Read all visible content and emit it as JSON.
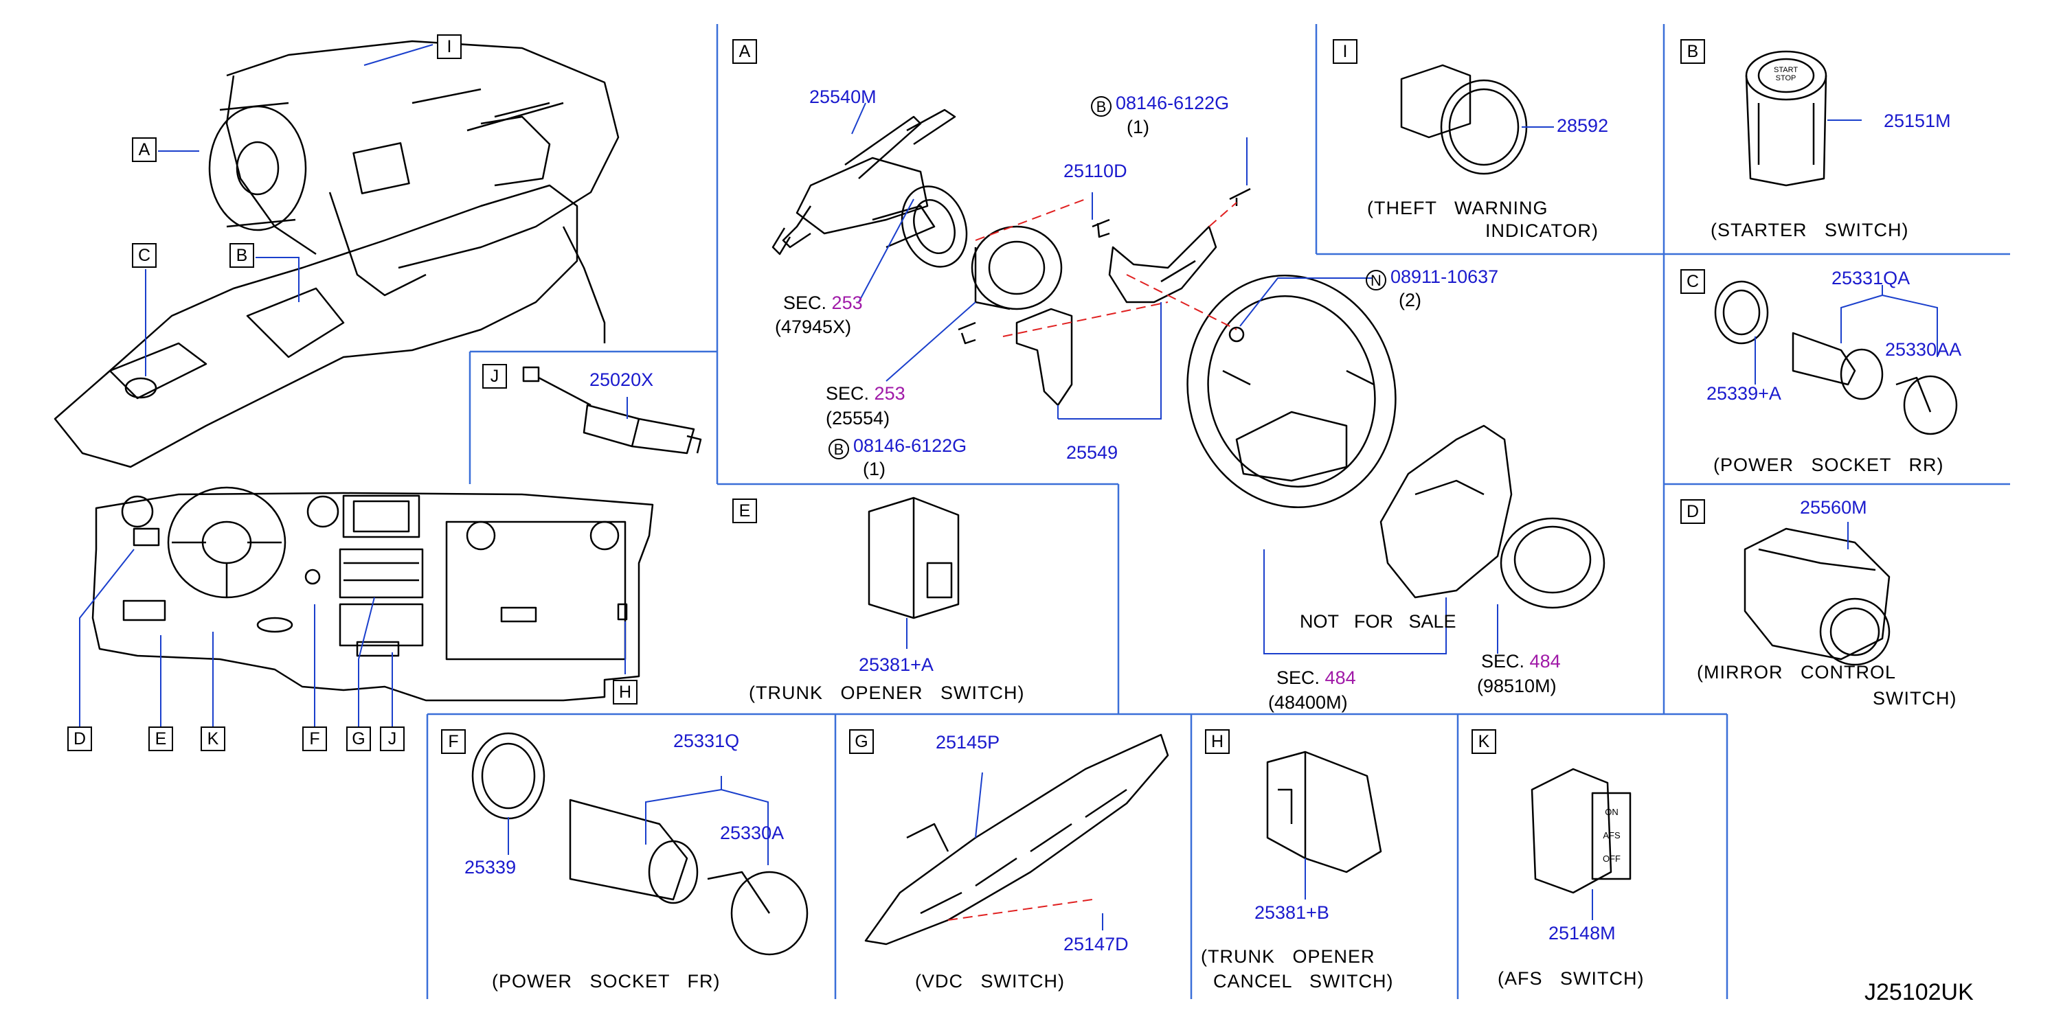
{
  "drawing_code": "J25102UK",
  "section_letters": [
    "A",
    "B",
    "C",
    "D",
    "E",
    "F",
    "G",
    "H",
    "I",
    "J",
    "K"
  ],
  "overview": {
    "letters": [
      "I",
      "A",
      "C",
      "B",
      "D",
      "E",
      "K",
      "F",
      "G",
      "J",
      "H"
    ]
  },
  "panel_A": {
    "p1": "25540M",
    "p2": "25110D",
    "p3": "08146-6122G",
    "p3q": "(1)",
    "p4": "08911-10637",
    "p4q": "(2)",
    "p5": "08146-6122G",
    "p5q": "(1)",
    "p6": "25549",
    "sec1": "SEC.",
    "sec1n": "253",
    "sec1p": "(47945X)",
    "sec2": "SEC.",
    "sec2n": "253",
    "sec2p": "(25554)",
    "sec3": "SEC.",
    "sec3n": "484",
    "sec3p": "(48400M)",
    "sec4": "SEC.",
    "sec4n": "484",
    "sec4p": "(98510M)",
    "nfs": "NOT   FOR   SALE",
    "circle_b": "B",
    "circle_n": "N"
  },
  "panel_I": {
    "part": "28592",
    "cap1": "(THEFT   WARNING",
    "cap2": "INDICATOR)"
  },
  "panel_B": {
    "part": "25151M",
    "cap": "(STARTER   SWITCH)",
    "btn1": "START",
    "btn2": "STOP"
  },
  "panel_C": {
    "p1": "25331QA",
    "p2": "25330AA",
    "p3": "25339+A",
    "cap": "(POWER   SOCKET   RR)"
  },
  "panel_D": {
    "part": "25560M",
    "cap1": "(MIRROR   CONTROL",
    "cap2": "SWITCH)"
  },
  "panel_J": {
    "part": "25020X"
  },
  "panel_E": {
    "part": "25381+A",
    "cap": "(TRUNK   OPENER   SWITCH)"
  },
  "panel_F": {
    "p1": "25331Q",
    "p2": "25330A",
    "p3": "25339",
    "cap": "(POWER   SOCKET   FR)"
  },
  "panel_G": {
    "p1": "25145P",
    "p2": "25147D",
    "cap": "(VDC   SWITCH)"
  },
  "panel_H": {
    "part": "25381+B",
    "cap1": "(TRUNK   OPENER",
    "cap2": "CANCEL   SWITCH)"
  },
  "panel_K": {
    "part": "25148M",
    "cap": "(AFS   SWITCH)",
    "s1": "ON",
    "s2": "AFS",
    "s3": "OFF"
  },
  "colors": {
    "part_number": "#1a1acd",
    "section_ref": "#a01aa8",
    "divider": "#3a6fd8",
    "leader": "#1a3fcc",
    "dash": "#e02020",
    "ink": "#000000"
  }
}
